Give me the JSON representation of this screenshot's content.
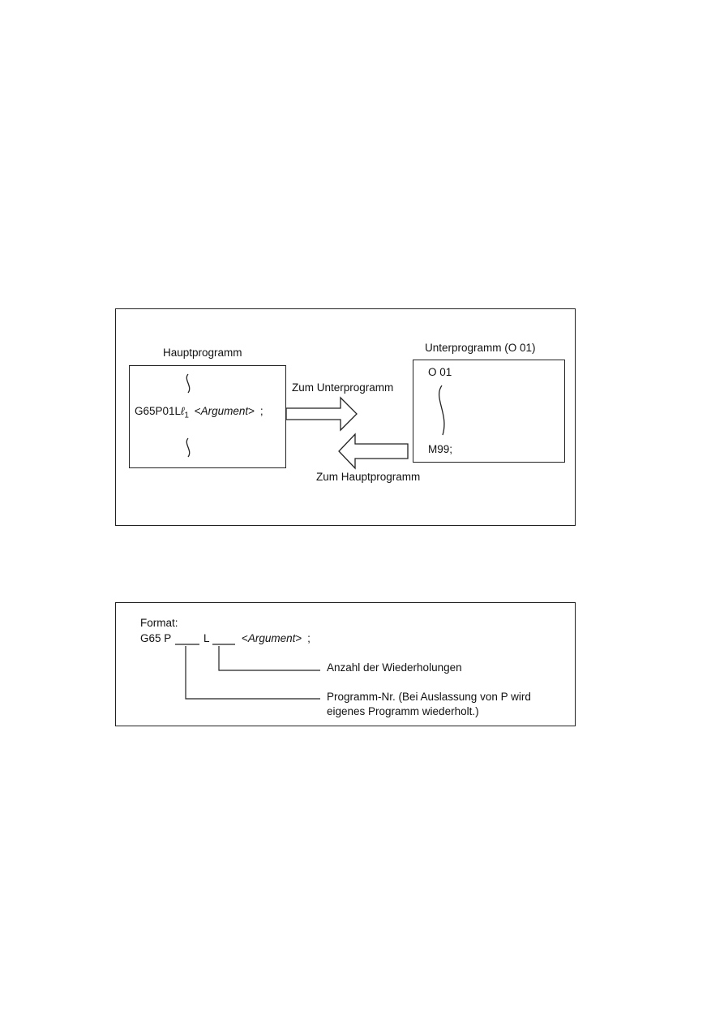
{
  "diagram": {
    "main_program": {
      "title": "Hauptprogramm",
      "call_prefix": "G65P01L",
      "call_letter": "ℓ",
      "call_subscript": "1",
      "call_lt": "<",
      "call_argument": "Argument",
      "call_gt": ">",
      "call_end": ";"
    },
    "sub_program": {
      "title": "Unterprogramm (O 01)",
      "first_line": "O 01",
      "last_line": "M99;"
    },
    "arrow_to_sub_label": "Zum Unterprogramm",
    "arrow_to_main_label": "Zum Hauptprogramm"
  },
  "format_box": {
    "heading": "Format:",
    "g65": "G65 P",
    "l": "L",
    "arg_lt": "<",
    "argument": "Argument",
    "arg_gt": ">",
    "arg_end": ";",
    "note_repetitions": "Anzahl der Wiederholungen",
    "note_program_line1": "Programm-Nr. (Bei Auslassung von P wird",
    "note_program_line2": "eigenes Programm wiederholt.)"
  }
}
